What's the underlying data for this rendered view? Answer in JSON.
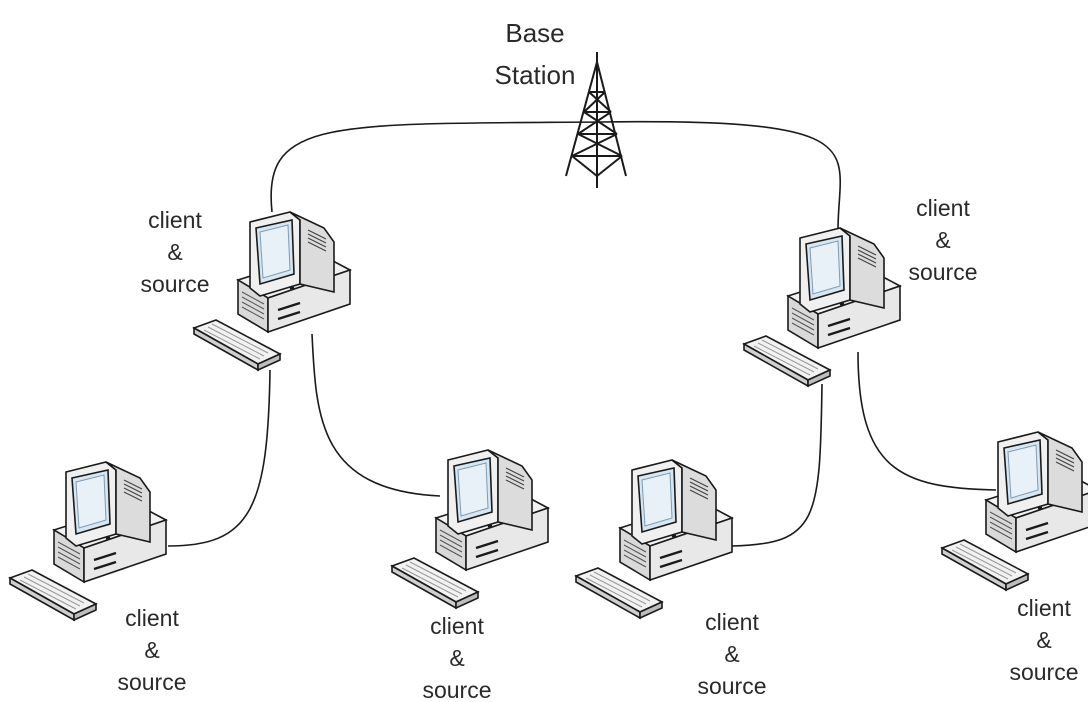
{
  "base_station": {
    "line1": "Base",
    "line2": "Station"
  },
  "nodes": [
    {
      "line1": "client",
      "line2": "&",
      "line3": "source"
    },
    {
      "line1": "client",
      "line2": "&",
      "line3": "source"
    },
    {
      "line1": "client",
      "line2": "&",
      "line3": "source"
    },
    {
      "line1": "client",
      "line2": "&",
      "line3": "source"
    },
    {
      "line1": "client",
      "line2": "&",
      "line3": "source"
    },
    {
      "line1": "client",
      "line2": "&",
      "line3": "source"
    }
  ],
  "icons": {
    "tower": "antenna-tower-icon",
    "computer": "desktop-computer-icon",
    "keyboard": "keyboard-icon"
  },
  "colors": {
    "case": "#e4e4e4",
    "screen": "#cfe1ee",
    "outline": "#1a1a1a",
    "line": "#1a1a1a"
  }
}
